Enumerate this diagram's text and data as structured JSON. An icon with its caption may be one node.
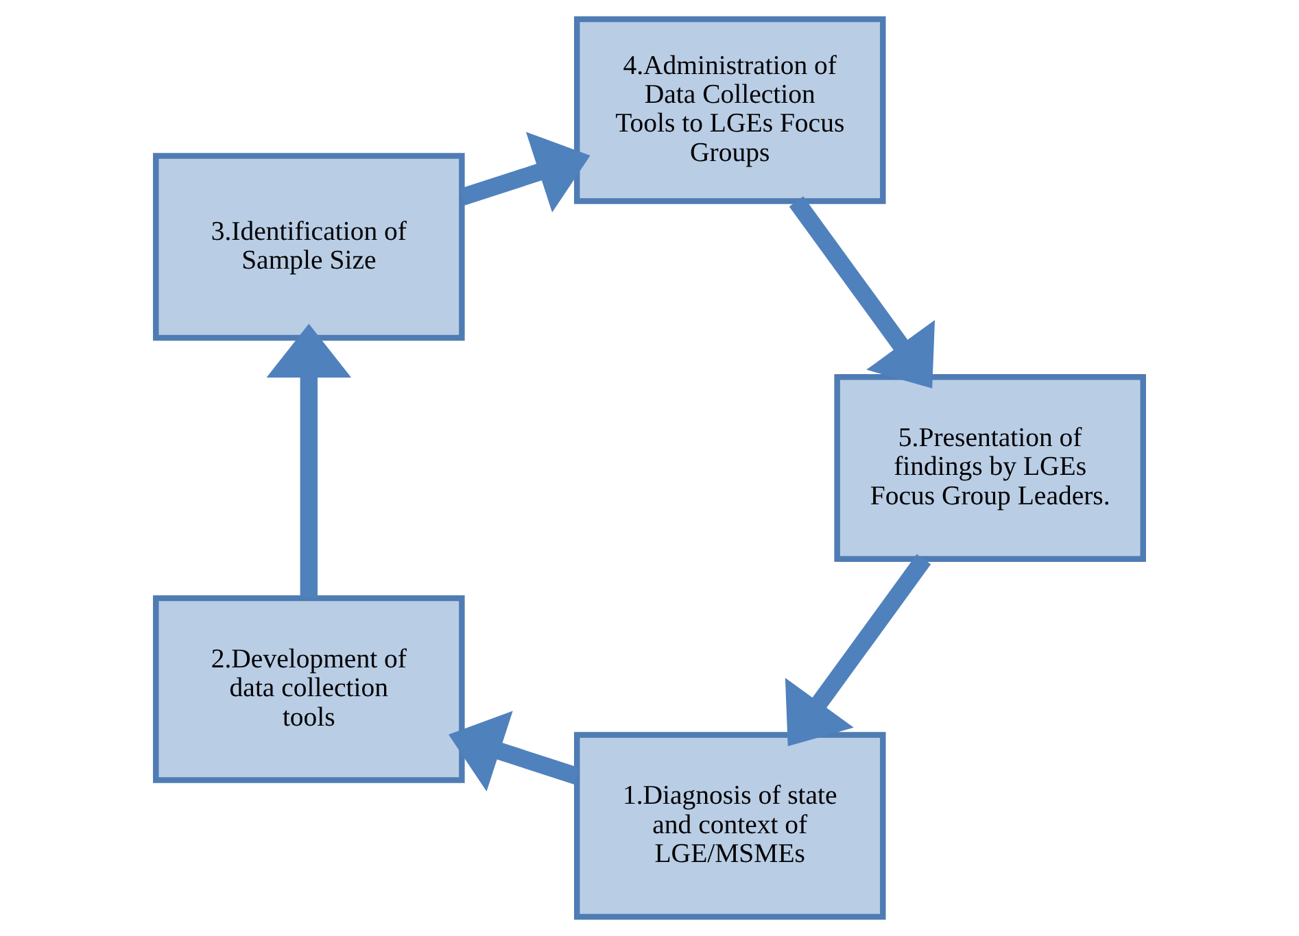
{
  "diagram": {
    "nodes": [
      {
        "text": [
          "1.Diagnosis of state and context of LGE/MSMEs"
        ]
      },
      {
        "text": [
          "2.Development of data collection tools"
        ]
      },
      {
        "text": [
          "3.Identification of Sample Size"
        ]
      },
      {
        "text": [
          "4.Administration of Data Collection Tools to LGEs Focus Groups"
        ]
      },
      {
        "text": [
          "5.Presentation of findings by LGEs Focus Group Leaders."
        ]
      }
    ],
    "edges": [
      {
        "from": 0,
        "to": 1,
        "arrow": "to"
      },
      {
        "from": 1,
        "to": 2,
        "arrow": "to"
      },
      {
        "from": 2,
        "to": 3,
        "arrow": "to"
      },
      {
        "from": 3,
        "to": 4,
        "arrow": "to"
      },
      {
        "from": 4,
        "to": 0,
        "arrow": "to"
      }
    ]
  }
}
